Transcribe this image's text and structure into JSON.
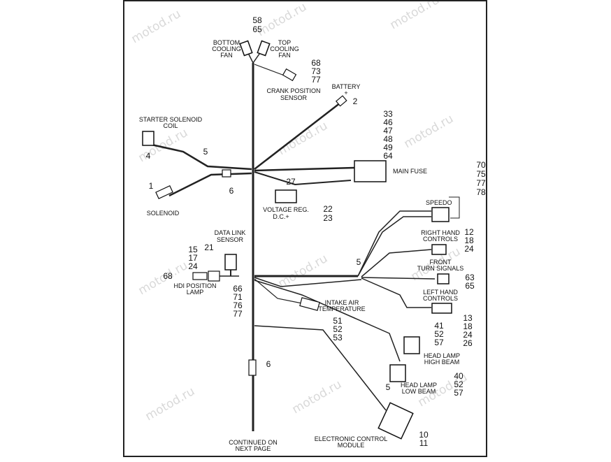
{
  "watermark": "motod.ru",
  "labels": {
    "bottom_cooling_fan": [
      "BOTTOM",
      "COOLING",
      "FAN"
    ],
    "top_cooling_fan": [
      "TOP",
      "COOLING",
      "FAN"
    ],
    "crank_position_sensor": [
      "CRANK POSITION",
      "SENSOR"
    ],
    "battery": [
      "BATTERY",
      "+"
    ],
    "starter_solenoid_coil": [
      "STARTER SOLENOID",
      "COIL"
    ],
    "main_fuse": "MAIN FUSE",
    "solenoid": "SOLENOID",
    "voltage_reg": [
      "VOLTAGE REG.",
      "D.C.+"
    ],
    "speedo": "SPEEDO",
    "right_hand_controls": [
      "RIGHT HAND",
      "CONTROLS"
    ],
    "data_link_sensor": [
      "DATA LINK",
      "SENSOR"
    ],
    "front_turn_signals": [
      "FRONT",
      "TURN SIGNALS"
    ],
    "hdi_position_lamp": [
      "HDI POSITION",
      "LAMP"
    ],
    "left_hand_controls": [
      "LEFT HAND",
      "CONTROLS"
    ],
    "intake_air_temperature": [
      "INTAKE AIR",
      "TEMPERATURE"
    ],
    "head_lamp_high_beam": [
      "HEAD LAMP",
      "HIGH BEAM"
    ],
    "head_lamp_low_beam": [
      "HEAD LAMP",
      "LOW BEAM"
    ],
    "continued": [
      "CONTINUED ON",
      "NEXT PAGE"
    ],
    "ecm": [
      "ELECTRONIC CONTROL",
      "MODULE"
    ]
  },
  "refs": {
    "fans": [
      "58",
      "65"
    ],
    "crank": [
      "68",
      "73",
      "77"
    ],
    "battery": "2",
    "main_fuse": [
      "33",
      "46",
      "47",
      "48",
      "49",
      "64"
    ],
    "starter_coil": "4",
    "junction_top": "5",
    "solenoid": "1",
    "solenoid_branch": "6",
    "voltage_reg_top": "27",
    "voltage_reg_bottom": [
      "22",
      "23"
    ],
    "speedo": [
      "70",
      "75",
      "77",
      "78"
    ],
    "right_hand_controls": [
      "12",
      "18",
      "24"
    ],
    "data_link_left": [
      "15",
      "17",
      "24"
    ],
    "data_link_top": "21",
    "hdi_lamp": "68",
    "front_bundle": "5",
    "front_turn_signals": [
      "63",
      "65"
    ],
    "hdi_below": [
      "66",
      "71",
      "76",
      "77"
    ],
    "left_hand_controls": [
      "13",
      "18",
      "24",
      "26"
    ],
    "intake_air": [
      "51",
      "52",
      "53"
    ],
    "high_beam": [
      "41",
      "52",
      "57"
    ],
    "trunk_lower": "6",
    "low_beam": [
      "40",
      "52",
      "57"
    ],
    "ecm_top": "5",
    "ecm": [
      "10",
      "11"
    ]
  }
}
